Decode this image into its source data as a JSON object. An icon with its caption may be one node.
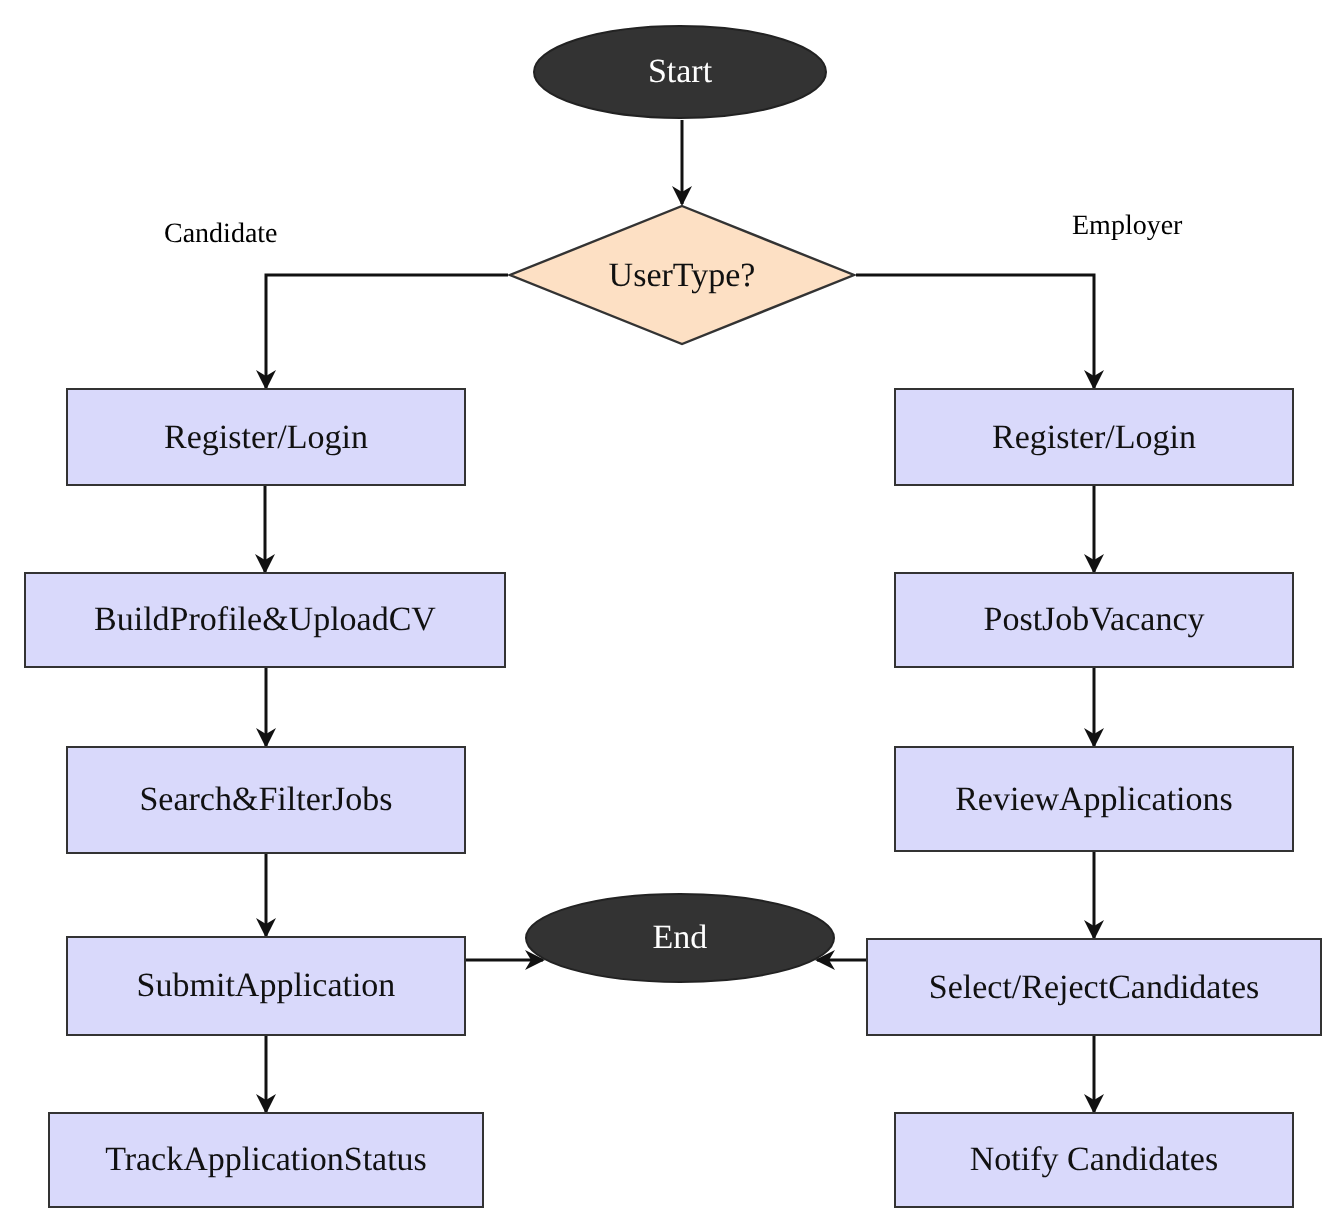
{
  "diagram": {
    "nodes": [
      {
        "text": [
          "Start"
        ]
      },
      {
        "text": [
          "UserType?"
        ]
      },
      {
        "text": [
          "Register/Login"
        ]
      },
      {
        "text": [
          "BuildProfile&UploadCV"
        ]
      },
      {
        "text": [
          "Search&FilterJobs"
        ]
      },
      {
        "text": [
          "SubmitApplication"
        ]
      },
      {
        "text": [
          "TrackApplicationStatus"
        ]
      },
      {
        "text": [
          "Register/Login"
        ]
      },
      {
        "text": [
          "PostJobVacancy"
        ]
      },
      {
        "text": [
          "ReviewApplications"
        ]
      },
      {
        "text": [
          "End"
        ]
      },
      {
        "text": [
          "Select/RejectCandidates"
        ]
      },
      {
        "text": [
          "Notify Candidates"
        ]
      }
    ],
    "edges": [
      {
        "from": 0,
        "to": 1,
        "arrow": "to"
      },
      {
        "from": 1,
        "to": 2,
        "arrow": "to",
        "label": "Candidate"
      },
      {
        "from": 1,
        "to": 7,
        "arrow": "to",
        "label": "Employer"
      },
      {
        "from": 2,
        "to": 3,
        "arrow": "to"
      },
      {
        "from": 3,
        "to": 4,
        "arrow": "to"
      },
      {
        "from": 4,
        "to": 5,
        "arrow": "to"
      },
      {
        "from": 5,
        "to": 6,
        "arrow": "to"
      },
      {
        "from": 5,
        "to": 10,
        "arrow": "to"
      },
      {
        "from": 7,
        "to": 8,
        "arrow": "to"
      },
      {
        "from": 8,
        "to": 9,
        "arrow": "to"
      },
      {
        "from": 9,
        "to": 11,
        "arrow": "to"
      },
      {
        "from": 11,
        "to": 12,
        "arrow": "to"
      },
      {
        "from": 11,
        "to": 10,
        "arrow": "to"
      }
    ]
  }
}
